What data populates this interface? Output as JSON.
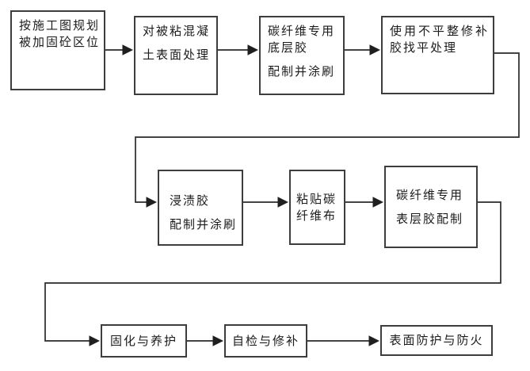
{
  "diagram": {
    "type": "flowchart",
    "background": "#ffffff",
    "colors": {
      "box_border": "#3d3d3d",
      "connector": "#2a2a2a",
      "arrowhead": "#1f1f1f",
      "text": "#1b1b1b"
    },
    "nodes": [
      {
        "id": "plan",
        "lines": [
          "按施工图规划",
          "被加固砼区位"
        ]
      },
      {
        "id": "surface",
        "lines": [
          "对被粘混凝",
          "土表面处理"
        ]
      },
      {
        "id": "primer",
        "lines": [
          "碳纤维专用",
          "底层胶",
          "配制并涂刷"
        ]
      },
      {
        "id": "leveling",
        "lines": [
          "使用不平整修补",
          "胶找平处理"
        ]
      },
      {
        "id": "impregnate",
        "lines": [
          "浸渍胶",
          "配制并涂刷"
        ]
      },
      {
        "id": "paste",
        "lines": [
          "粘贴碳",
          "纤维布"
        ]
      },
      {
        "id": "topcoat",
        "lines": [
          "碳纤维专用",
          "表层胶配制"
        ]
      },
      {
        "id": "curing",
        "lines": [
          "固化与养护"
        ]
      },
      {
        "id": "inspect",
        "lines": [
          "自检与修补"
        ]
      },
      {
        "id": "protect",
        "lines": [
          "表面防护与防火"
        ]
      }
    ],
    "edges": [
      {
        "from": "plan",
        "to": "surface",
        "style": "straight"
      },
      {
        "from": "surface",
        "to": "primer",
        "style": "straight"
      },
      {
        "from": "primer",
        "to": "leveling",
        "style": "straight"
      },
      {
        "from": "leveling",
        "to": "impregnate",
        "style": "elbow"
      },
      {
        "from": "impregnate",
        "to": "paste",
        "style": "straight"
      },
      {
        "from": "paste",
        "to": "topcoat",
        "style": "straight"
      },
      {
        "from": "topcoat",
        "to": "curing",
        "style": "elbow"
      },
      {
        "from": "curing",
        "to": "inspect",
        "style": "straight"
      },
      {
        "from": "inspect",
        "to": "protect",
        "style": "straight"
      }
    ]
  }
}
